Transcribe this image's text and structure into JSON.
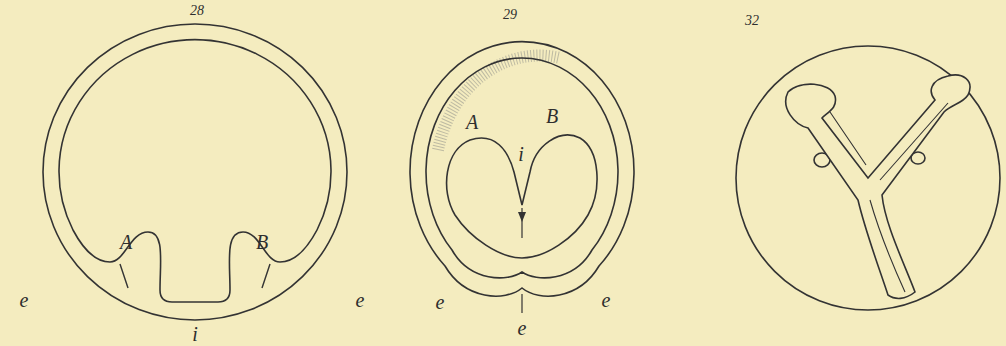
{
  "diagram": {
    "labels": [
      "28",
      "A",
      "B",
      "e",
      "e",
      "i",
      "29",
      "A",
      "B",
      "i",
      "e",
      "e",
      "e",
      "32"
    ]
  }
}
